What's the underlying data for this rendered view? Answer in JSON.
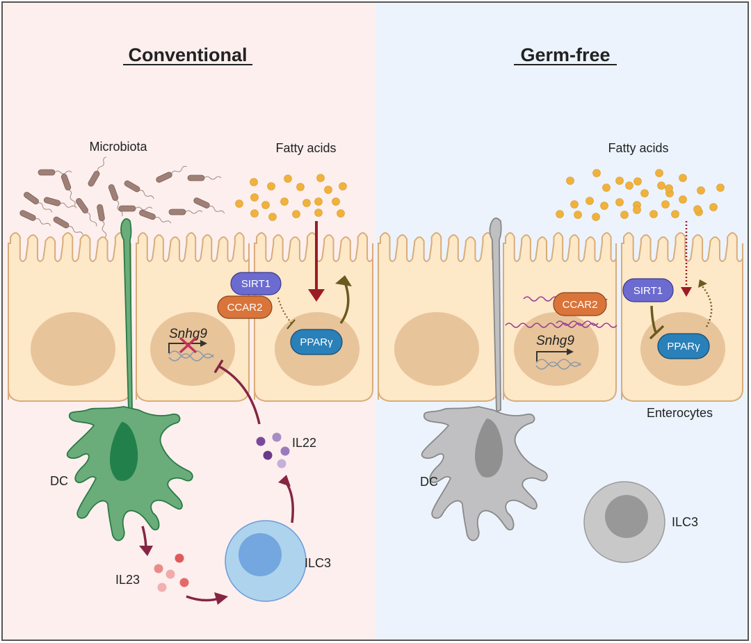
{
  "panels": {
    "conventional": {
      "title": "Conventional",
      "background": "#fcefee",
      "labels": {
        "microbiota": "Microbiota",
        "fatty_acids": "Fatty acids",
        "dc": "DC",
        "il23": "IL23",
        "ilc3": "ILC3",
        "il22": "IL22",
        "gene": "Snhg9"
      },
      "proteins": {
        "sirt1": "SIRT1",
        "ccar2": "CCAR2",
        "ppar": "PPARγ"
      },
      "gene_state": "repressed",
      "dc_color": "#6aac7a",
      "ilc3_color": "#aed3ec"
    },
    "germ_free": {
      "title": "Germ-free",
      "background": "#ecf3fc",
      "labels": {
        "fatty_acids": "Fatty acids",
        "dc": "DC",
        "ilc3": "ILC3",
        "enterocytes": "Enterocytes",
        "gene": "Snhg9"
      },
      "proteins": {
        "sirt1": "SIRT1",
        "ccar2": "CCAR2",
        "ppar": "PPARγ"
      },
      "gene_state": "expressed",
      "dc_color": "#c0c0c2",
      "ilc3_color": "#c9c8c9"
    }
  },
  "colors": {
    "enterocyte_fill": "#fde8c8",
    "enterocyte_stroke": "#d9ac78",
    "nucleus": "#e8c49a",
    "sirt1": "#6b6bd0",
    "ccar2": "#d9743a",
    "ppar": "#2a80b8",
    "fatty_acid": "#f0b23c",
    "bacteria": "#9e8077",
    "arrow_red": "#9b1c24",
    "arrow_olive": "#6b5a1f",
    "arrow_maroon": "#852543",
    "lncrna": "#9a3a92"
  }
}
